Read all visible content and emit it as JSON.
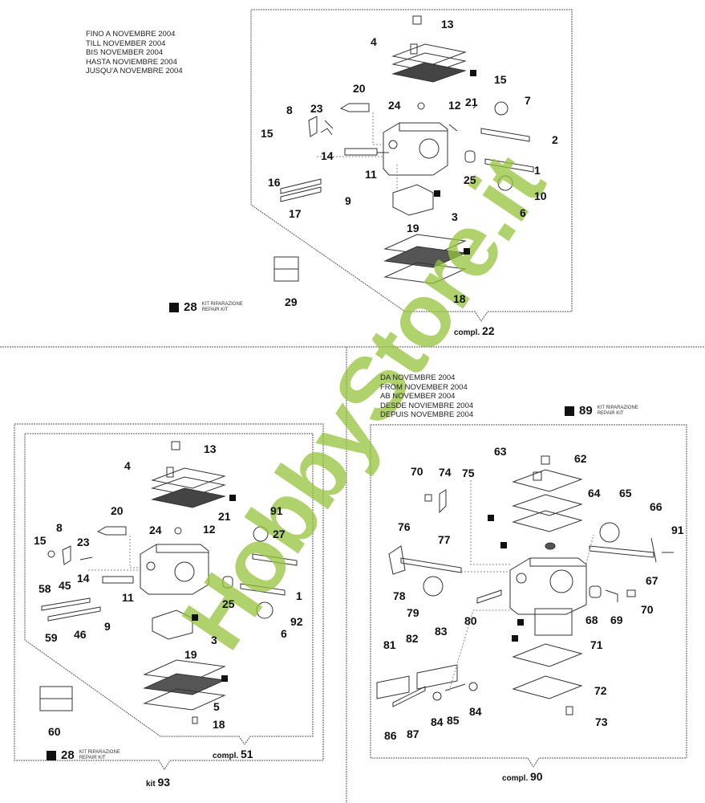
{
  "top": {
    "notes": [
      "FINO A NOVEMBRE 2004",
      "TILL NOVEMBER 2004",
      "BIS NOVEMBER 2004",
      "HASTA NOVIEMBRE 2004",
      "JUSQU'A NOVEMBRE 2004"
    ],
    "kit": {
      "number": "28",
      "line1": "KIT RIPARAZIONE",
      "line2": "REPAIR KIT"
    },
    "compl": {
      "prefix": "compl.",
      "number": "22"
    },
    "parts": [
      "13",
      "4",
      "15",
      "20",
      "7",
      "24",
      "12",
      "21",
      "8",
      "23",
      "15",
      "2",
      "14",
      "11",
      "1",
      "25",
      "16",
      "9",
      "10",
      "17",
      "6",
      "3",
      "19",
      "18",
      "29"
    ]
  },
  "bottom_left": {
    "kit": {
      "number": "28",
      "line1": "KIT RIPARAZIONE",
      "line2": "REPAIR KIT"
    },
    "compl": {
      "prefix": "compl.",
      "number": "51"
    },
    "kit_total": {
      "prefix": "kit",
      "number": "93"
    },
    "parts": [
      "13",
      "4",
      "20",
      "21",
      "91",
      "24",
      "12",
      "27",
      "8",
      "15",
      "23",
      "14",
      "11",
      "25",
      "1",
      "58",
      "45",
      "9",
      "92",
      "6",
      "59",
      "46",
      "3",
      "19",
      "5",
      "18",
      "60"
    ]
  },
  "bottom_right": {
    "notes": [
      "DA NOVEMBRE 2004",
      "FROM NOVEMBER 2004",
      "AB NOVEMBER 2004",
      "DESDE NOVIEMBRE 2004",
      "DEPUIS NOVEMBRE 2004"
    ],
    "kit": {
      "number": "89",
      "line1": "KIT RIPARAZIONE",
      "line2": "REPAIR KIT"
    },
    "compl": {
      "prefix": "compl.",
      "number": "90"
    },
    "parts": [
      "63",
      "62",
      "70",
      "74",
      "75",
      "64",
      "65",
      "66",
      "91",
      "76",
      "77",
      "67",
      "78",
      "80",
      "68",
      "69",
      "70",
      "79",
      "71",
      "83",
      "82",
      "81",
      "72",
      "84",
      "85",
      "84",
      "73",
      "86",
      "87"
    ]
  },
  "watermark": "HobbyStore.it",
  "colors": {
    "line": "#333333",
    "watermark": "#96c33c"
  }
}
